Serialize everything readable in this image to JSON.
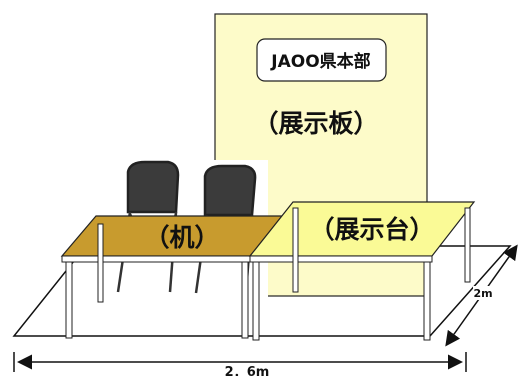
{
  "panel": {
    "sign": "JAOO県本部",
    "label": "（展示板）"
  },
  "desk": {
    "label": "（机）"
  },
  "display_table": {
    "label": "（展示台）"
  },
  "dimensions": {
    "width": "2．6m",
    "depth": "2m"
  },
  "colors": {
    "panel_fill": "#fdfbc9",
    "desk_top": "#c89b2e",
    "display_top": "#fafa96",
    "outline": "#111111"
  }
}
